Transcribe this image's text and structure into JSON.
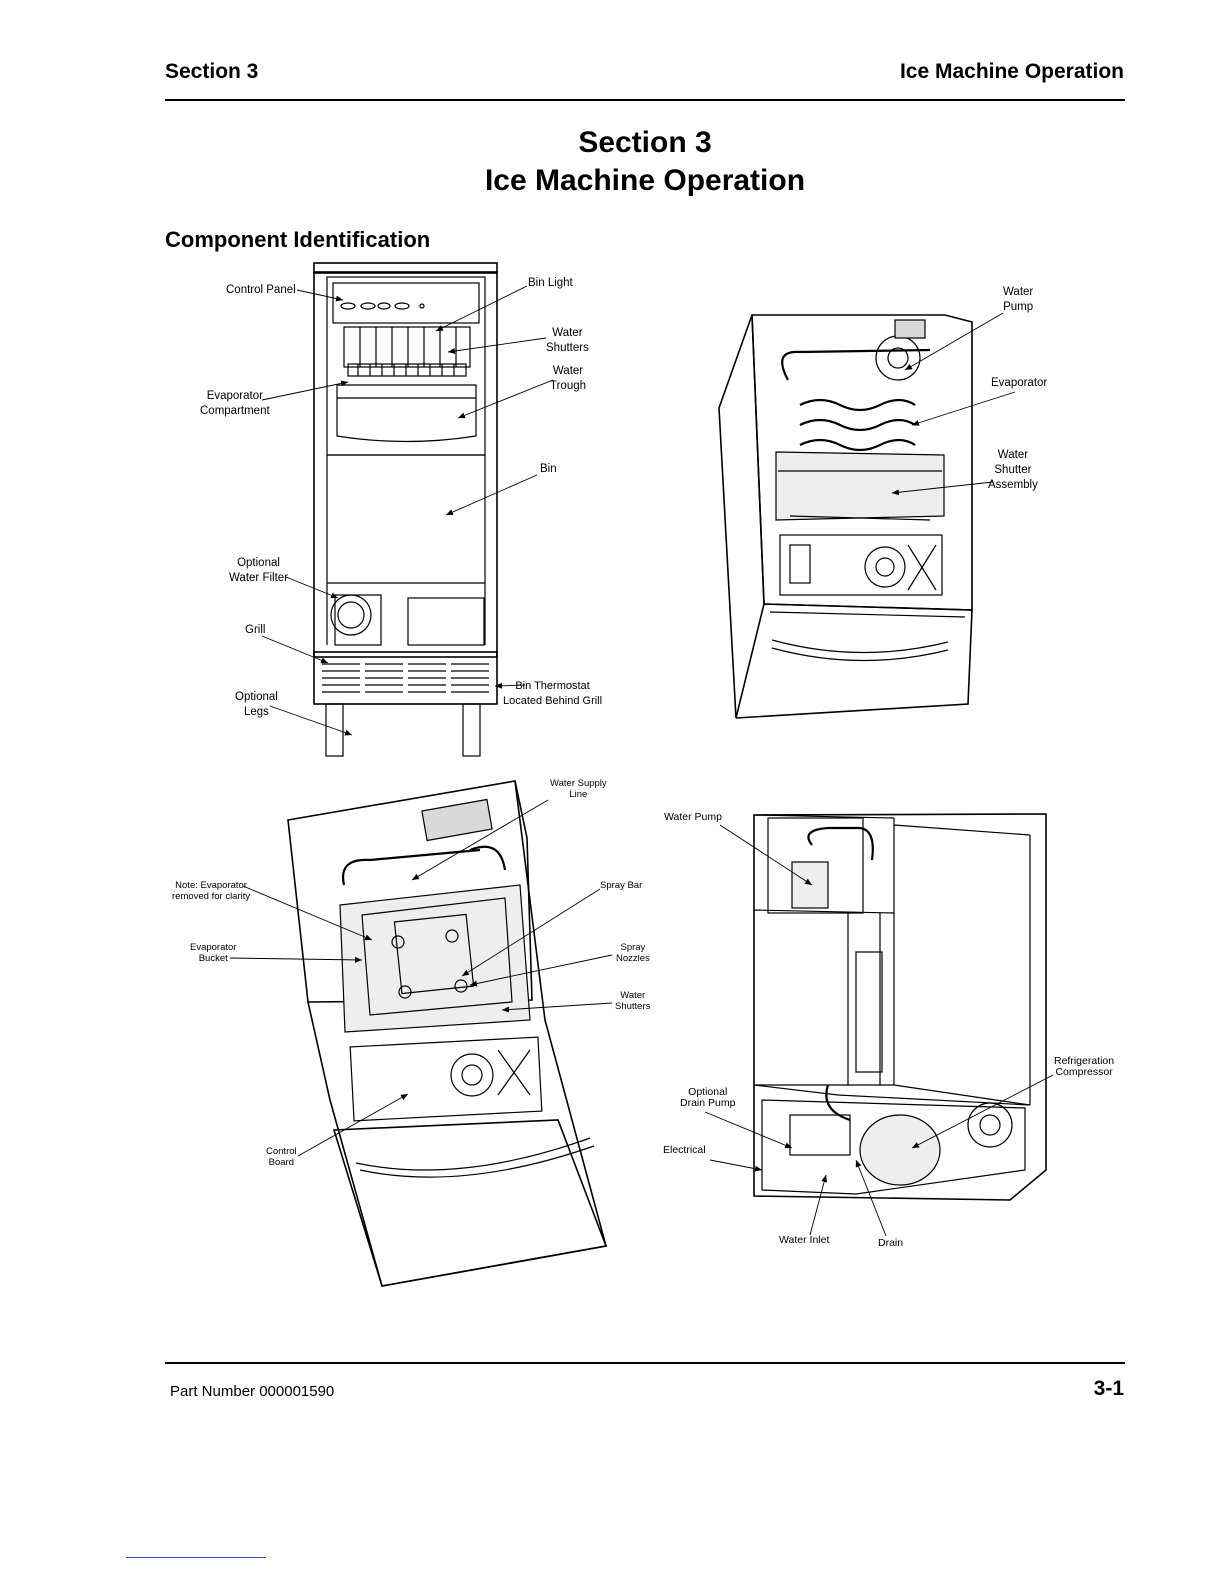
{
  "header": {
    "left": "Section 3",
    "right": "Ice Machine Operation"
  },
  "title": {
    "line1": "Section 3",
    "line2": "Ice Machine Operation"
  },
  "subtitle": "Component Identification",
  "figure1": {
    "control_panel": "Control Panel",
    "bin_light": "Bin Light",
    "water_shutters": [
      "Water",
      "Shutters"
    ],
    "water_trough": [
      "Water",
      "Trough"
    ],
    "evaporator_compartment": [
      "Evaporator",
      "Compartment"
    ],
    "bin": "Bin",
    "optional_water_filter": [
      "Optional",
      "Water Filter"
    ],
    "grill": "Grill",
    "bin_thermostat": [
      "Bin Thermostat",
      "Located Behind Grill"
    ],
    "optional_legs": [
      "Optional",
      "Legs"
    ]
  },
  "figure2": {
    "water_pump": [
      "Water",
      "Pump"
    ],
    "evaporator": "Evaporator",
    "water_shutter_assembly": [
      "Water",
      "Shutter",
      "Assembly"
    ]
  },
  "figure3": {
    "water_supply_line": [
      "Water Supply",
      "Line"
    ],
    "note": [
      "Note: Evaporator",
      "removed for clarity"
    ],
    "spray_bar": "Spray Bar",
    "evaporator_bucket": [
      "Evaporator",
      "Bucket"
    ],
    "spray_nozzles": [
      "Spray",
      "Nozzles"
    ],
    "water_shutters": [
      "Water",
      "Shutters"
    ],
    "control_board": [
      "Control",
      "Board"
    ]
  },
  "figure4": {
    "water_pump": "Water Pump",
    "refrigeration_compressor": [
      "Refrigeration",
      "Compressor"
    ],
    "optional_drain_pump": [
      "Optional",
      "Drain Pump"
    ],
    "electrical": "Electrical",
    "water_inlet": "Water Inlet",
    "drain": "Drain"
  },
  "footer": {
    "part_number": "Part Number 000001590",
    "page": "3-1"
  }
}
